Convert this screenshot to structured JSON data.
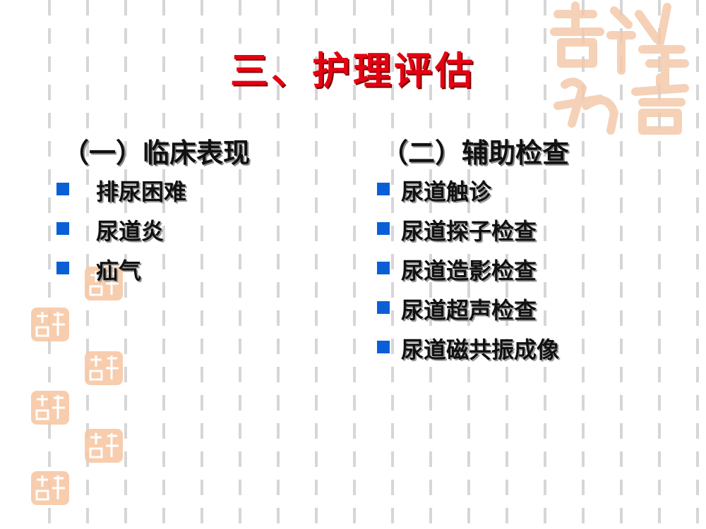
{
  "slide": {
    "title": "三、护理评估",
    "left": {
      "heading": "（一）临床表现",
      "items": [
        "排尿困难",
        "尿道炎",
        "疝气"
      ]
    },
    "right": {
      "heading": "（二）辅助检查",
      "items": [
        "尿道触诊",
        "尿道探子检查",
        "尿道造影检查",
        "尿道超声检查",
        "尿道磁共振成像"
      ]
    },
    "decoration": {
      "watermark_text": "吉祥如意",
      "seal_color": "#f7c8a6",
      "bullet_color": "#0a5fd6",
      "title_color": "#e60012"
    }
  }
}
